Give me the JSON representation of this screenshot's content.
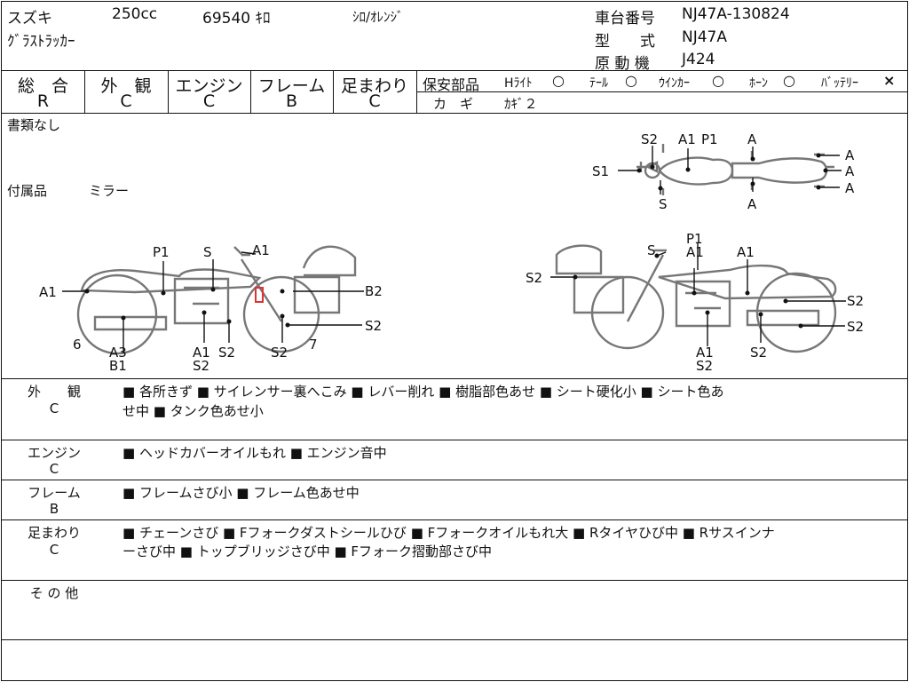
{
  "header": {
    "maker": "スズキ",
    "displacement": "250cc",
    "mileage": "69540 ｷﾛ",
    "color": "ｼﾛ/ｵﾚﾝｼﾞ",
    "model": "ｸﾞﾗｽﾄﾗｯｶｰ",
    "frame_no_label": "車台番号",
    "frame_no": "NJ47A-130824",
    "type_label": "型　　式",
    "type_value": "NJ47A",
    "engine_label": "原 動 機",
    "engine_value": "J424"
  },
  "grades": [
    {
      "label": "総　合",
      "value": "R"
    },
    {
      "label": "外　観",
      "value": "C"
    },
    {
      "label": "エンジン",
      "value": "C"
    },
    {
      "label": "フレーム",
      "value": "B"
    },
    {
      "label": "足まわり",
      "value": "C"
    }
  ],
  "safety": {
    "label": "保安部品",
    "items": [
      {
        "name": "Hﾗｲﾄ",
        "mark": "○"
      },
      {
        "name": "ﾃｰﾙ",
        "mark": "○"
      },
      {
        "name": "ｳｲﾝｶｰ",
        "mark": "○"
      },
      {
        "name": "ﾎｰﾝ",
        "mark": "○"
      },
      {
        "name": "ﾊﾞｯﾃﾘｰ",
        "mark": "×"
      }
    ],
    "key_label": "カ　ギ",
    "key_value": "ｶｷﾞ２"
  },
  "documents": "書類なし",
  "accessories_label": "付属品",
  "accessories_value": "ミラー",
  "diagram_labels": {
    "top": [
      "S2",
      "A1",
      "P1",
      "A",
      "A",
      "A",
      "A",
      "S1",
      "S",
      "A"
    ],
    "left": [
      "A1",
      "P1",
      "S",
      "A1",
      "B2",
      "S2",
      "6",
      "A3",
      "B1",
      "A1",
      "S2",
      "S2",
      "S2",
      "7"
    ],
    "right": [
      "S",
      "P1",
      "A1",
      "A1",
      "S2",
      "S2",
      "S2",
      "A1",
      "S2",
      "S2"
    ]
  },
  "remarks": [
    {
      "category": "外　　観",
      "grade": "C",
      "text": "■ 各所きず ■ サイレンサー裏へこみ ■ レバー削れ ■ 樹脂部色あせ ■ シート硬化小 ■ シート色あ",
      "text2": "せ中 ■ タンク色あせ小"
    },
    {
      "category": "エンジン",
      "grade": "C",
      "text": "■ ヘッドカバーオイルもれ ■ エンジン音中",
      "text2": ""
    },
    {
      "category": "フレーム",
      "grade": "B",
      "text": "■ フレームさび小 ■ フレーム色あせ中",
      "text2": ""
    },
    {
      "category": "足まわり",
      "grade": "C",
      "text": "■ チェーンさび ■ Fフォークダストシールひび ■ Fフォークオイルもれ大 ■ Rタイヤひび中 ■ Rサスインナ",
      "text2": "ーさび中 ■ トップブリッジさび中 ■ Fフォーク摺動部さび中"
    },
    {
      "category": "そ の 他",
      "grade": "",
      "text": "",
      "text2": ""
    }
  ]
}
